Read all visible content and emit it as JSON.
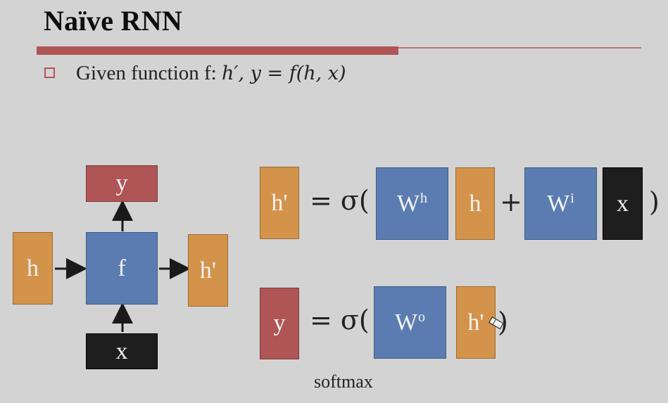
{
  "title": "Naïve RNN",
  "bullet": {
    "text": "Given function f:",
    "formula": "h′, y = f(h, x)"
  },
  "diagram": {
    "input_h": "h",
    "function": "f",
    "output_h": "h'",
    "output_y": "y",
    "input_x": "x"
  },
  "equation1": {
    "lhs": "h'",
    "equals_sigma": "= σ(",
    "w_h": "W",
    "w_h_sup": "h",
    "h": "h",
    "plus": "+",
    "w_i": "W",
    "w_i_sup": "i",
    "x": "x",
    "close": ")"
  },
  "equation2": {
    "lhs": "y",
    "equals_sigma": "= σ(",
    "w_o": "W",
    "w_o_sup": "o",
    "h_prime": "h'",
    "close": ")"
  },
  "caption": "softmax",
  "colors": {
    "orange": "#d4934a",
    "blue": "#5b7cb0",
    "red": "#b05555",
    "black": "#1e1e1e",
    "background": "#d3d3d3"
  }
}
